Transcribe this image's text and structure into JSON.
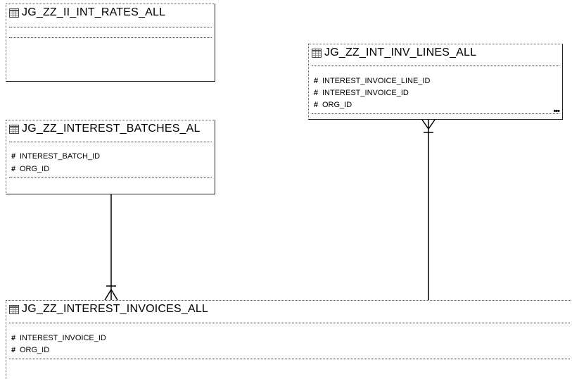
{
  "entities": {
    "rates": {
      "title": "JG_ZZ_II_INT_RATES_ALL"
    },
    "inv_lines": {
      "title": "JG_ZZ_INT_INV_LINES_ALL",
      "attributes": [
        {
          "key_mark": "#",
          "name": "INTEREST_INVOICE_LINE_ID"
        },
        {
          "key_mark": "#",
          "name": "INTEREST_INVOICE_ID"
        },
        {
          "key_mark": "#",
          "name": "ORG_ID"
        }
      ],
      "more": "•••"
    },
    "batches": {
      "title": "JG_ZZ_INTEREST_BATCHES_AL",
      "attributes": [
        {
          "key_mark": "#",
          "name": "INTEREST_BATCH_ID"
        },
        {
          "key_mark": "#",
          "name": "ORG_ID"
        }
      ]
    },
    "invoices": {
      "title": "JG_ZZ_INTEREST_INVOICES_ALL",
      "attributes": [
        {
          "key_mark": "#",
          "name": "INTEREST_INVOICE_ID"
        },
        {
          "key_mark": "#",
          "name": "ORG_ID"
        }
      ]
    }
  },
  "relationships": [
    {
      "from": "batches",
      "to": "invoices",
      "cardinality": "one-to-many"
    },
    {
      "from": "invoices",
      "to": "inv_lines",
      "cardinality": "one-to-many"
    }
  ],
  "icons": {
    "entity": "table-icon"
  }
}
